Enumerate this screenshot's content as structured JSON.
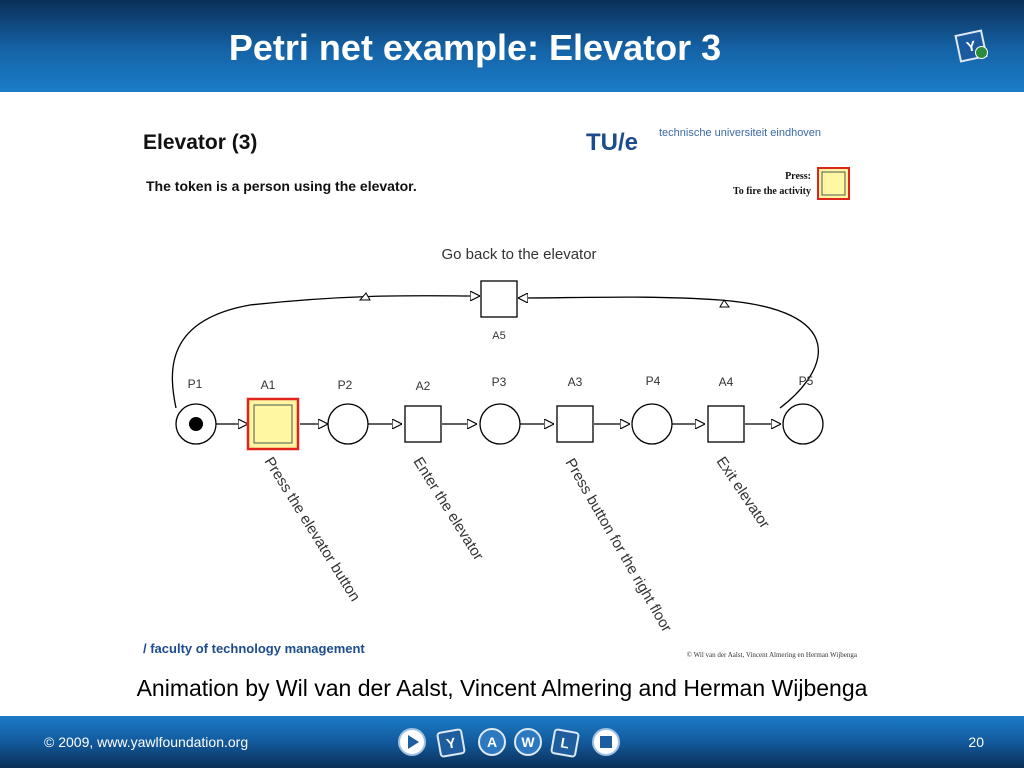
{
  "header": {
    "title": "Petri net example: Elevator 3",
    "logo_letter": "Y"
  },
  "slide": {
    "heading": "Elevator (3)",
    "subtitle": "The token is a person using the elevator.",
    "university_mark": "TU/e",
    "university_name": "technische universiteit eindhoven",
    "press_line1": "Press:",
    "press_line2": "To fire the activity",
    "faculty": "/ faculty of technology management",
    "credit": "© Wil van der Aalst, Vincent Almering en Herman Wijbenga",
    "loop_label": "Go back to the elevator",
    "places": [
      "P1",
      "P2",
      "P3",
      "P4",
      "P5"
    ],
    "transitions": [
      "A1",
      "A2",
      "A3",
      "A4",
      "A5"
    ],
    "actions": [
      "Press the elevator button",
      "Enter the elevator",
      "Press button for the right floor",
      "Exit elevator"
    ],
    "enabled_transition": "A1",
    "token_place": "P1",
    "colors": {
      "enabled_fill": "#fff7a1",
      "enabled_border": "#e0241b",
      "blue": "#1c4c8c"
    }
  },
  "caption": "Animation by Wil van der Aalst, Vincent Almering and Herman Wijbenga",
  "footer": {
    "copyright": "© 2009, www.yawlfoundation.org",
    "page_number": "20",
    "nav_letters": [
      "Y",
      "A",
      "W",
      "L"
    ]
  }
}
